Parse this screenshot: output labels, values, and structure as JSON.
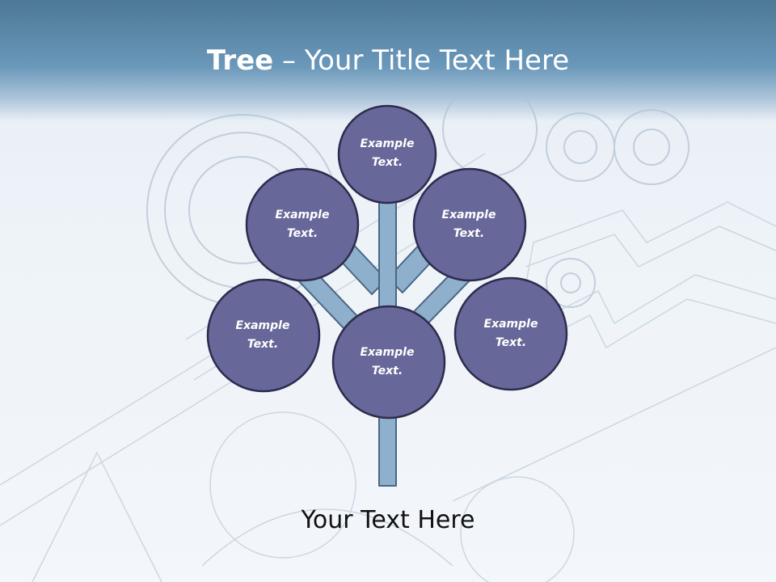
{
  "title": {
    "bold": "Tree",
    "dash": " – ",
    "rest": "Your Title Text Here"
  },
  "nodes": [
    {
      "id": "top",
      "text": "Example\nText."
    },
    {
      "id": "upper-left",
      "text": "Example\nText."
    },
    {
      "id": "upper-right",
      "text": "Example\nText."
    },
    {
      "id": "left",
      "text": "Example\nText."
    },
    {
      "id": "center",
      "text": "Example\nText."
    },
    {
      "id": "right",
      "text": "Example\nText."
    }
  ],
  "caption": "Your Text Here",
  "colors": {
    "header_top": "#4d7896",
    "node_fill": "#67679a",
    "node_border": "#2c2c4e",
    "trunk_fill": "#8fb0cc",
    "trunk_border": "#4a6783"
  }
}
